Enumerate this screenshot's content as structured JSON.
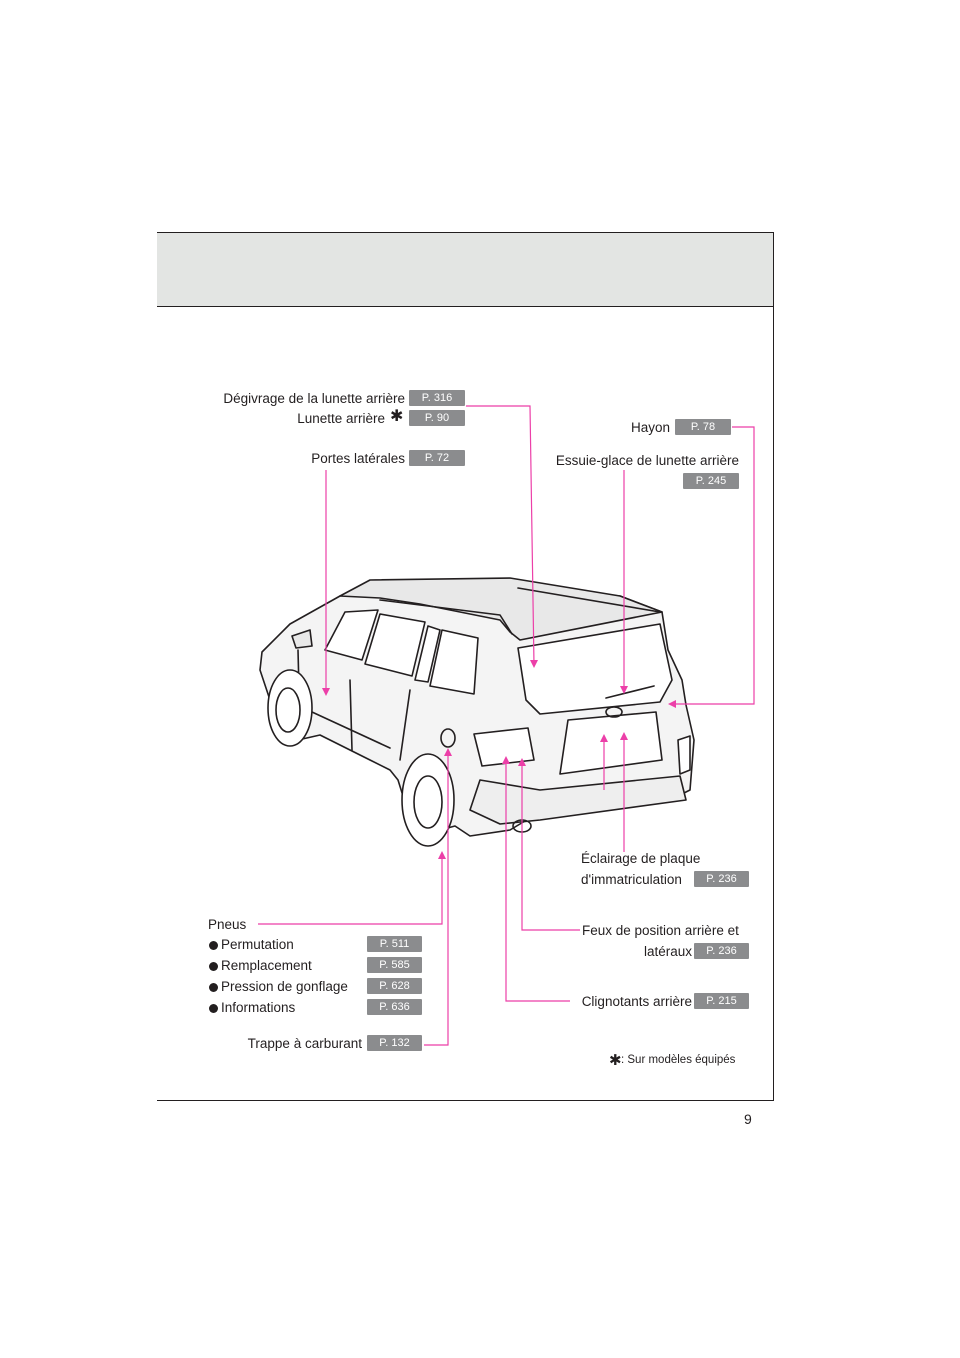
{
  "page": {
    "number": "9"
  },
  "callouts": {
    "defrost": {
      "label": "Dégivrage de la lunette arrière",
      "page": "P. 316"
    },
    "rear_window": {
      "label": "Lunette arrière",
      "mark": "✱",
      "page": "P. 90"
    },
    "side_doors": {
      "label": "Portes latérales",
      "page": "P. 72"
    },
    "hatch": {
      "label": "Hayon",
      "page": "P. 78"
    },
    "rear_wiper": {
      "label": "Essuie-glace de lunette arrière",
      "page": "P. 245"
    },
    "plate_light": {
      "label_line1": "Éclairage de plaque",
      "label_line2": "d'immatriculation",
      "page": "P. 236"
    },
    "tail_lights": {
      "label_line1": "Feux de position arrière et",
      "label_line2": "latéraux",
      "page": "P. 236"
    },
    "turn_signals": {
      "label": "Clignotants arrière",
      "page": "P. 215"
    },
    "fuel_door": {
      "label": "Trappe à carburant",
      "page": "P. 132"
    },
    "tires": {
      "label": "Pneus",
      "items": [
        {
          "label": "Permutation",
          "page": "P. 511"
        },
        {
          "label": "Remplacement",
          "page": "P. 585"
        },
        {
          "label": "Pression de gonflage",
          "page": "P. 628"
        },
        {
          "label": "Informations",
          "page": "P. 636"
        }
      ]
    }
  },
  "footnote": {
    "mark": "✱",
    "text": ": Sur modèles équipés"
  },
  "colors": {
    "leader": "#ec3fa8",
    "tag": "#8b8c8e",
    "header_band": "#e3e5e3"
  }
}
